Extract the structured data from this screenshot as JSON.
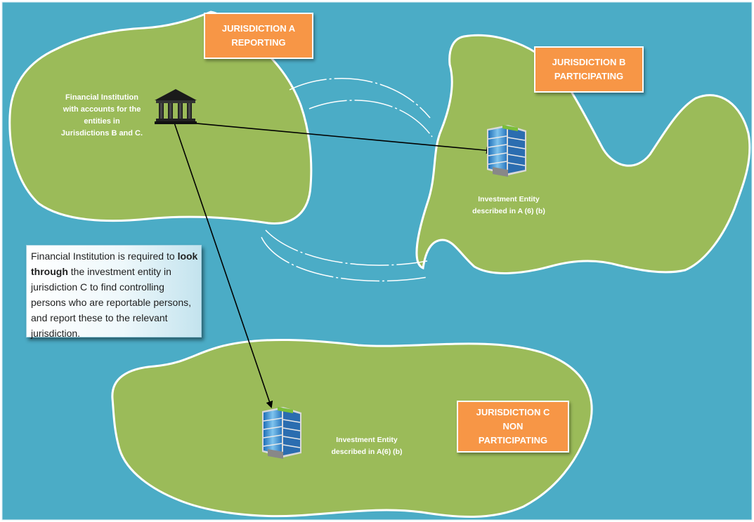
{
  "labels": {
    "jurisdiction_a": [
      "JURISDICTION A",
      "REPORTING"
    ],
    "jurisdiction_b": [
      "JURISDICTION B",
      "PARTICIPATING"
    ],
    "jurisdiction_c": [
      "JURISDICTION C",
      "NON",
      "PARTICIPATING"
    ]
  },
  "financial_institution": {
    "lines": [
      "Financial Institution",
      "with accounts for the",
      "entities in",
      "Jurisdictions B and C."
    ]
  },
  "investment_entity_b": {
    "lines": [
      "Investment Entity",
      "described in A (6) (b)"
    ]
  },
  "investment_entity_c": {
    "lines": [
      "Investment Entity",
      "described in A(6) (b)"
    ]
  },
  "note": {
    "before_bold": "Financial Institution is required to ",
    "bold": "look through",
    "after_bold": " the investment entity in jurisdiction C to find controlling persons who are reportable persons, and report these to the relevant jurisdiction."
  },
  "icons": {
    "bank": "bank-icon",
    "building": "office-building-icon"
  },
  "colors": {
    "sea": "#4bacc6",
    "land": "#9bbb59",
    "label_fill": "#f79646",
    "text_on_land": "#ffffff"
  }
}
